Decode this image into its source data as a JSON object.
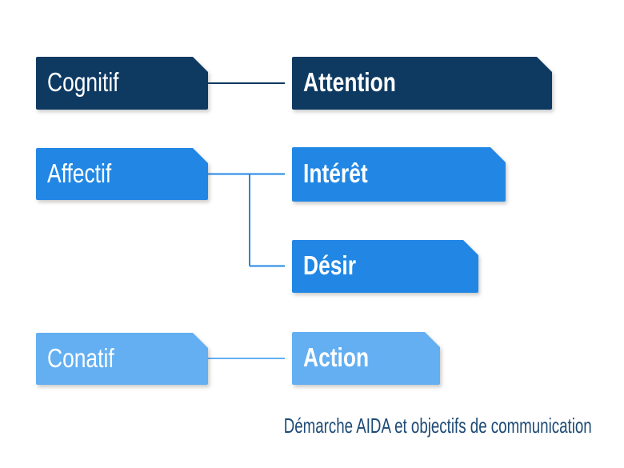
{
  "diagram_title": "Démarche AIDA et objectifs de communication",
  "boxes": {
    "cognitif": "Cognitif",
    "attention": "Attention",
    "affectif": "Affectif",
    "interet": "Intérêt",
    "desir": "Désir",
    "conatif": "Conatif",
    "action": "Action"
  },
  "relations": [
    {
      "from": "Cognitif",
      "to": "Attention"
    },
    {
      "from": "Affectif",
      "to": "Intérêt"
    },
    {
      "from": "Affectif",
      "to": "Désir"
    },
    {
      "from": "Conatif",
      "to": "Action"
    }
  ],
  "caption": "Démarche AIDA et objectifs de communication",
  "colors": {
    "dark_navy": "#0e3a62",
    "bright_blue": "#2287e4",
    "light_blue": "#63aff2",
    "caption_navy": "#1d4a75"
  }
}
